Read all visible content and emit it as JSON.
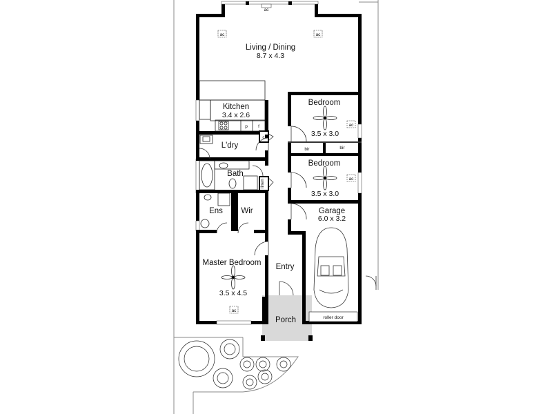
{
  "plan": {
    "rooms": [
      {
        "name": "Living / Dining",
        "dims": "8.7 x 4.3"
      },
      {
        "name": "Kitchen",
        "dims": "3.4 x 2.6"
      },
      {
        "name": "L'dry",
        "dims": ""
      },
      {
        "name": "Bath",
        "dims": ""
      },
      {
        "name": "Ens",
        "dims": ""
      },
      {
        "name": "Wir",
        "dims": ""
      },
      {
        "name": "Master Bedroom",
        "dims": "3.5 x 4.5"
      },
      {
        "name": "Entry",
        "dims": ""
      },
      {
        "name": "Porch",
        "dims": ""
      },
      {
        "name": "Bedroom",
        "dims": "3.5 x 3.0"
      },
      {
        "name": "Bedroom",
        "dims": "3.5 x 3.0"
      },
      {
        "name": "Garage",
        "dims": "6.0 x 3.2"
      }
    ],
    "fixtures": {
      "ac": "ac",
      "pantry": "p",
      "fridge": "f",
      "cupboard": "c",
      "linen": "linen",
      "bir": "bir",
      "roller_door": "roller door"
    },
    "colors": {
      "wall": "#000000",
      "porch_fill": "#d9d9d9",
      "site_line": "#888888"
    }
  }
}
